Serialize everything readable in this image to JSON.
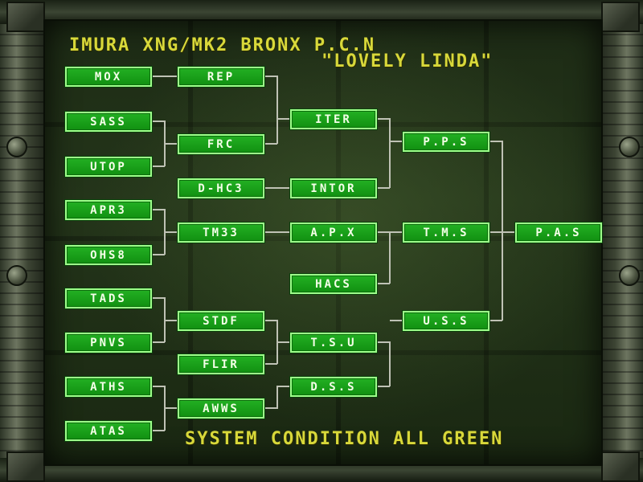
{
  "header": {
    "title": "IMURA XNG/MK2 BRONX P.C.N",
    "subtitle": "\"LOVELY LINDA\""
  },
  "footer": {
    "status": "SYSTEM CONDITION ALL GREEN"
  },
  "colors": {
    "node_fill": "#1aa51a",
    "node_border": "#9dff8a",
    "line": "#bfc2b5",
    "text_yellow": "#d8d83a"
  },
  "tree": {
    "round1": [
      "MOX",
      "SASS",
      "UTOP",
      "APR3",
      "OHS8",
      "TADS",
      "PNVS",
      "ATHS",
      "ATAS"
    ],
    "round2": [
      "REP",
      "FRC",
      "D-HC3",
      "TM33",
      "STDF",
      "FLIR",
      "AWWS"
    ],
    "round3": [
      "ITER",
      "INTOR",
      "A.P.X",
      "HACS",
      "T.S.U",
      "D.S.S"
    ],
    "round4": [
      "P.P.S",
      "T.M.S",
      "U.S.S"
    ],
    "round5": [
      "P.A.S"
    ]
  }
}
